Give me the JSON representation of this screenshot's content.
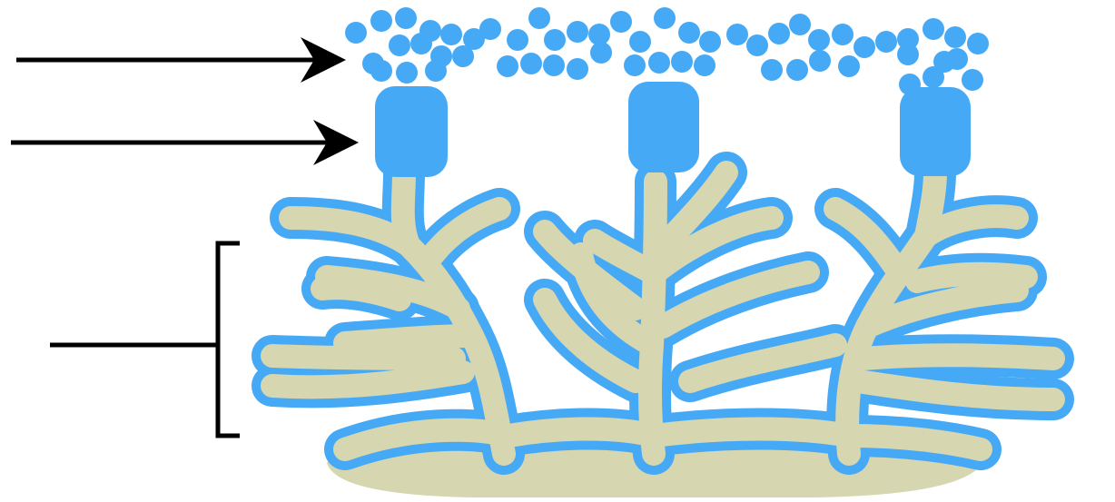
{
  "diagram": {
    "labels": [],
    "colors": {
      "background": "#ffffff",
      "secretion": "#46a9f5",
      "epithelium": "#46a9f5",
      "tissue": "#d6d6b0",
      "pointer": "#000000"
    },
    "components": [
      {
        "name": "secretion-droplets",
        "icon": "circle-cluster"
      },
      {
        "name": "secretory-vesicle",
        "icon": "rounded-cap"
      },
      {
        "name": "branched-glands",
        "icon": "branching-tubule"
      }
    ],
    "annotations": [
      {
        "type": "arrow",
        "target": "secretion-droplets"
      },
      {
        "type": "arrow",
        "target": "secretory-vesicle"
      },
      {
        "type": "bracket-arrow",
        "target": "branched-glands"
      }
    ]
  }
}
